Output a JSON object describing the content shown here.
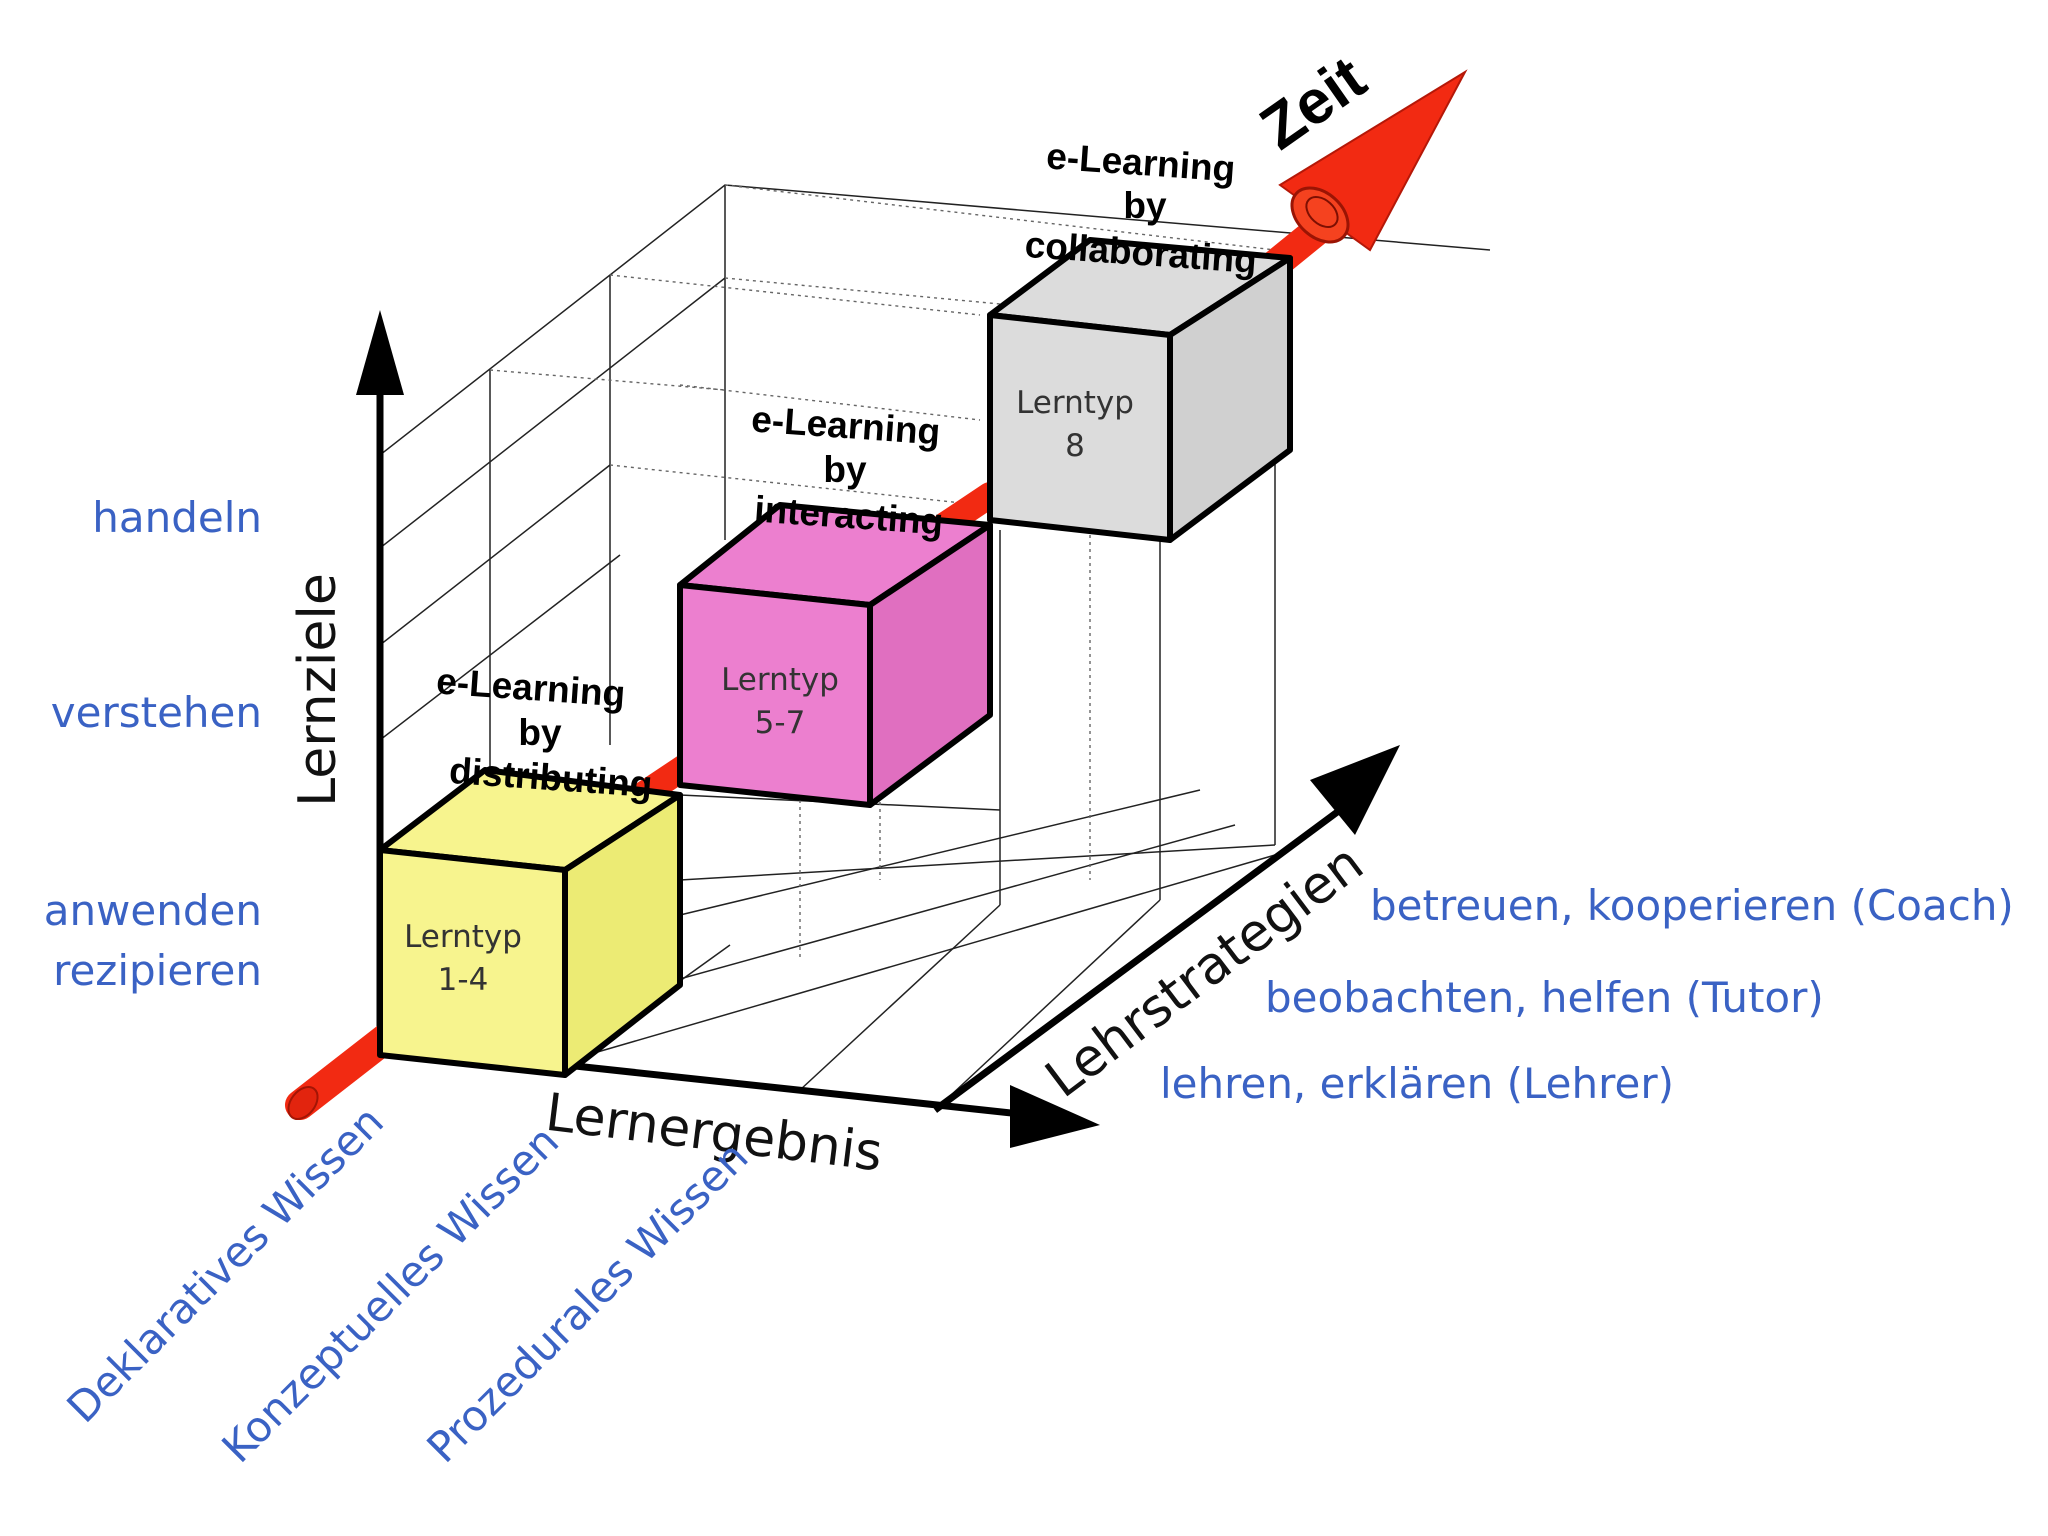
{
  "axes": {
    "zeit": "Zeit",
    "lernziele": "Lernziele",
    "lernergebnis": "Lernergebnis",
    "lehrstrategien": "Lehrstrategien"
  },
  "lernziele_levels": [
    "handeln",
    "verstehen",
    "anwenden",
    "rezipieren"
  ],
  "lehrstrategien_levels": [
    "betreuen, kooperieren (Coach)",
    "beobachten, helfen (Tutor)",
    "lehren, erklären (Lehrer)"
  ],
  "wissen_levels": [
    "Deklaratives Wissen",
    "Konzeptuelles Wissen",
    "Prozedurales Wissen"
  ],
  "cubes": [
    {
      "name": "Lerntyp",
      "range": "1-4",
      "color": "#f7f48e"
    },
    {
      "name": "Lerntyp",
      "range": "5-7",
      "color": "#ec7fcf"
    },
    {
      "name": "Lerntyp",
      "range": "8",
      "color": "#dcdcdc"
    }
  ],
  "stages": [
    {
      "line1": "e-Learning",
      "line2": "by",
      "line3": "distributing"
    },
    {
      "line1": "e-Learning",
      "line2": "by",
      "line3": "interacting"
    },
    {
      "line1": "e-Learning",
      "line2": "by",
      "line3": "collaborating"
    }
  ],
  "colors": {
    "arrow_red": "#f22a12",
    "label_blue": "#3a62c4"
  }
}
